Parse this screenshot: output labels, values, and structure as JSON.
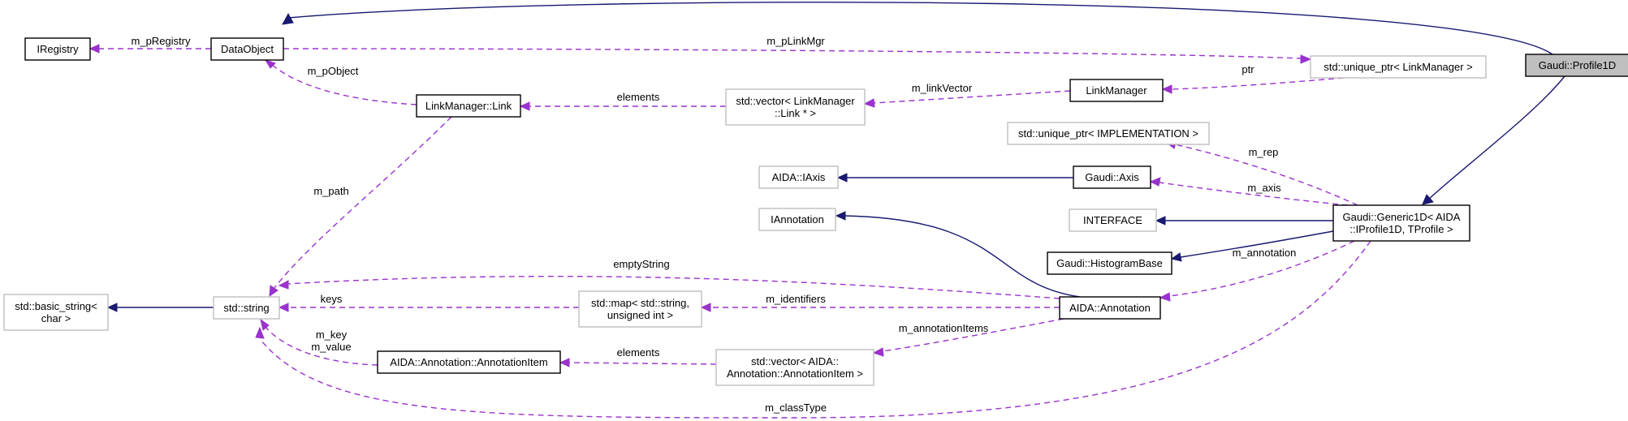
{
  "diagram": {
    "colors": {
      "inheritance_edge": "#191970",
      "usage_edge": "#9a32cd",
      "node_border": "#000000",
      "faint_node_border": "#bfbfbf",
      "focus_node_fill": "#bfbfbf"
    },
    "nodes": {
      "profile1d": [
        "Gaudi::Profile1D"
      ],
      "dataobject": [
        "DataObject"
      ],
      "iregistry": [
        "IRegistry"
      ],
      "unique_ptr_linkmanager": [
        "std::unique_ptr< LinkManager >"
      ],
      "linkmanager_link": [
        "LinkManager::Link"
      ],
      "linkmanager": [
        "LinkManager"
      ],
      "vector_link": [
        "std::vector< LinkManager",
        "::Link * >"
      ],
      "unique_ptr_impl": [
        "std::unique_ptr< IMPLEMENTATION >"
      ],
      "aida_iaxis": [
        "AIDA::IAxis"
      ],
      "gaudi_axis": [
        "Gaudi::Axis"
      ],
      "generic1d": [
        "Gaudi::Generic1D< AIDA",
        "::IProfile1D, TProfile >"
      ],
      "iannotation": [
        "IAnnotation"
      ],
      "interface": [
        "INTERFACE"
      ],
      "histogrambase": [
        "Gaudi::HistogramBase"
      ],
      "basic_string": [
        "std::basic_string<",
        "char >"
      ],
      "std_string": [
        "std::string"
      ],
      "map": [
        "std::map< std::string,",
        "unsigned int >"
      ],
      "aida_annotation": [
        "AIDA::Annotation"
      ],
      "annotation_item": [
        "AIDA::Annotation::AnnotationItem"
      ],
      "vector_item": [
        "std::vector< AIDA::",
        "Annotation::AnnotationItem >"
      ]
    },
    "edge_labels": {
      "m_pRegistry": [
        "m_pRegistry"
      ],
      "m_pLinkMgr": [
        "m_pLinkMgr"
      ],
      "m_pObject": [
        "m_pObject"
      ],
      "ptr": [
        "ptr"
      ],
      "elements_link": [
        "elements"
      ],
      "m_linkVector": [
        "m_linkVector"
      ],
      "m_path": [
        "m_path"
      ],
      "m_rep": [
        "m_rep"
      ],
      "m_axis": [
        "m_axis"
      ],
      "m_annotation": [
        "m_annotation"
      ],
      "emptyString": [
        "emptyString"
      ],
      "keys": [
        "keys"
      ],
      "m_identifiers": [
        "m_identifiers"
      ],
      "m_annotationItems": [
        "m_annotationItems"
      ],
      "m_key_value": [
        "m_key",
        "m_value"
      ],
      "elements_item": [
        "elements"
      ],
      "m_classType": [
        "m_classType"
      ]
    }
  }
}
